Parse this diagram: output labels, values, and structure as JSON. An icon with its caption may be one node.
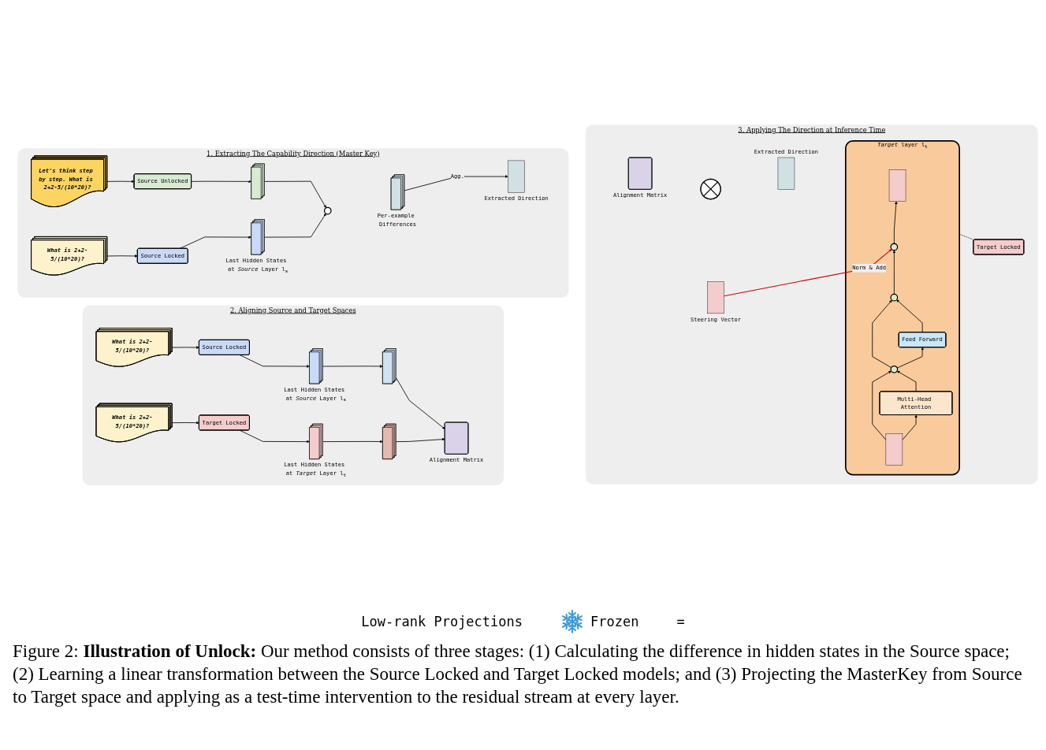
{
  "diagram": {
    "caption": "Figure 2: **Illustration of Unlock:** Our method consists of three stages: (1) Calculating the difference in hidden states in the Source space; (2) Learning a linear transformation between the Source Locked and Target Locked models; and (3) Projecting the MasterKey from Source to Target space and applying as a test-time intervention to the residual stream at every layer.",
    "nodes": [
      {
        "text": [
          "1. Extracting The Capability Direction (Master Key)"
        ]
      },
      {
        "text": [
          "Let's think step by step. What is 2+2-5/(10*20)?"
        ],
        "in": 0
      },
      {
        "text": [
          "Source Unlocked"
        ],
        "in": 0
      },
      {
        "text": [],
        "shape": "stack",
        "in": 0
      },
      {
        "text": [
          "What is 2+2-5/(10*20)?"
        ],
        "in": 0
      },
      {
        "text": [
          "Source Locked"
        ],
        "in": 0
      },
      {
        "text": [],
        "shape": "stack",
        "in": 0,
        "beside": [
          "Last Hidden States at *Source* Layer l$_{s}$"
        ]
      },
      {
        "text": [],
        "shape": "circle",
        "in": 0
      },
      {
        "text": [],
        "shape": "stack",
        "in": 0,
        "beside": [
          "Per-example Differences"
        ]
      },
      {
        "text": [],
        "shape": "bar",
        "in": 0,
        "beside": [
          "Extracted Direction"
        ]
      },
      {
        "text": [
          "2. Aligning Source and Target Spaces"
        ]
      },
      {
        "text": [
          "What is 2+2-5/(10*20)?"
        ],
        "in": 10
      },
      {
        "text": [
          "Source Locked"
        ],
        "in": 10
      },
      {
        "text": [],
        "shape": "stack",
        "in": 10,
        "beside": [
          "Last Hidden States at *Source* Layer l$_{s}$"
        ]
      },
      {
        "text": [],
        "shape": "stack",
        "in": 10
      },
      {
        "text": [
          "What is 2+2-5/(10*20)?"
        ],
        "in": 10
      },
      {
        "text": [
          "Target Locked"
        ],
        "in": 10
      },
      {
        "text": [],
        "shape": "stack",
        "in": 10,
        "beside": [
          "Last Hidden States at *Target* Layer l$_{t}$"
        ]
      },
      {
        "text": [],
        "shape": "stack",
        "in": 10
      },
      {
        "text": [],
        "shape": "box",
        "in": 10,
        "beside": [
          "Alignment Matrix"
        ]
      },
      {
        "text": [
          "3. Applying The Direction at Inference Time"
        ]
      },
      {
        "text": [
          "Target Locked"
        ],
        "in": 20
      },
      {
        "text": [
          "*Target* layer l$_{t}$"
        ],
        "in": 20
      },
      {
        "text": [],
        "shape": "bar",
        "in": 22
      },
      {
        "text": [],
        "shape": "circle",
        "in": 22
      },
      {
        "text": [],
        "shape": "circle",
        "in": 22
      },
      {
        "text": [
          "Feed Forward"
        ],
        "in": 22
      },
      {
        "text": [],
        "shape": "circle",
        "in": 22
      },
      {
        "text": [
          "Multi-Head Attention"
        ],
        "in": 22
      },
      {
        "text": [],
        "shape": "bar",
        "in": 22
      },
      {
        "text": [],
        "shape": "box",
        "in": 20,
        "beside": [
          "Alignment Matrix"
        ]
      },
      {
        "text": [],
        "shape": "circle",
        "in": 20
      },
      {
        "text": [],
        "shape": "bar",
        "in": 20,
        "beside": [
          "Extracted Direction"
        ]
      },
      {
        "text": [],
        "shape": "bar",
        "in": 20,
        "beside": [
          "Steering Vector"
        ]
      }
    ],
    "edges": [
      {
        "from": 1,
        "to": 2,
        "arrow": "to"
      },
      {
        "from": 2,
        "to": 3,
        "arrow": "to"
      },
      {
        "from": 3,
        "to": 7,
        "arrow": "to"
      },
      {
        "from": 4,
        "to": 5,
        "arrow": "to"
      },
      {
        "from": 5,
        "to": 6,
        "arrow": "to"
      },
      {
        "from": 6,
        "to": 7,
        "arrow": "to"
      },
      {
        "from": 8,
        "to": 9,
        "arrow": "to",
        "label": "Agg."
      },
      {
        "from": 11,
        "to": 12,
        "arrow": "to"
      },
      {
        "from": 12,
        "to": 13,
        "arrow": "to"
      },
      {
        "from": 13,
        "to": 14,
        "arrow": "to"
      },
      {
        "from": 14,
        "to": 19,
        "arrow": "to"
      },
      {
        "from": 15,
        "to": 16,
        "arrow": "to"
      },
      {
        "from": 16,
        "to": 17,
        "arrow": "to"
      },
      {
        "from": 17,
        "to": 18,
        "arrow": "to"
      },
      {
        "from": 18,
        "to": 19,
        "arrow": "to"
      },
      {
        "from": 21,
        "to": 22,
        "arrow": "none",
        "style": "dashed"
      },
      {
        "from": 33,
        "to": 24,
        "arrow": "to",
        "label": "Norm & Add",
        "color": "#cc0000"
      },
      {
        "from": 29,
        "to": 27,
        "arrow": "to"
      },
      {
        "from": 29,
        "to": 28,
        "arrow": "to"
      },
      {
        "from": 28,
        "to": 27,
        "arrow": "to"
      },
      {
        "from": 27,
        "to": 25,
        "arrow": "to"
      },
      {
        "from": 27,
        "to": 26,
        "arrow": "to"
      },
      {
        "from": 26,
        "to": 25,
        "arrow": "to"
      },
      {
        "from": 25,
        "to": 24,
        "arrow": "to"
      },
      {
        "from": 24,
        "to": 23,
        "arrow": "to"
      }
    ],
    "labels": [
      "Low-rank Projections",
      "Frozen",
      "="
    ]
  }
}
